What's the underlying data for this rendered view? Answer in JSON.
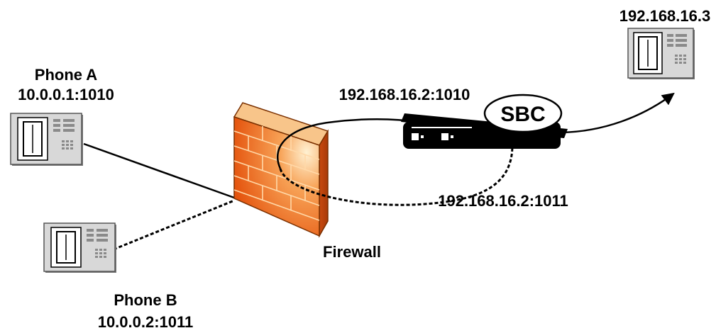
{
  "phone_a": {
    "name": "Phone A",
    "address": "10.0.0.1:1010"
  },
  "phone_b": {
    "name": "Phone B",
    "address": "10.0.0.2:1011"
  },
  "firewall": {
    "label": "Firewall"
  },
  "sbc": {
    "label": "SBC"
  },
  "remote_phone": {
    "address": "192.168.16.3"
  },
  "sbc_ports": {
    "port_a": "192.168.16.2:1010",
    "port_b": "192.168.16.2:1011"
  },
  "colors": {
    "firewall_light": "#ffe2b0",
    "firewall_dark": "#e85c10",
    "sbc_body": "#000000",
    "phone_body": "#d4d4d4"
  }
}
